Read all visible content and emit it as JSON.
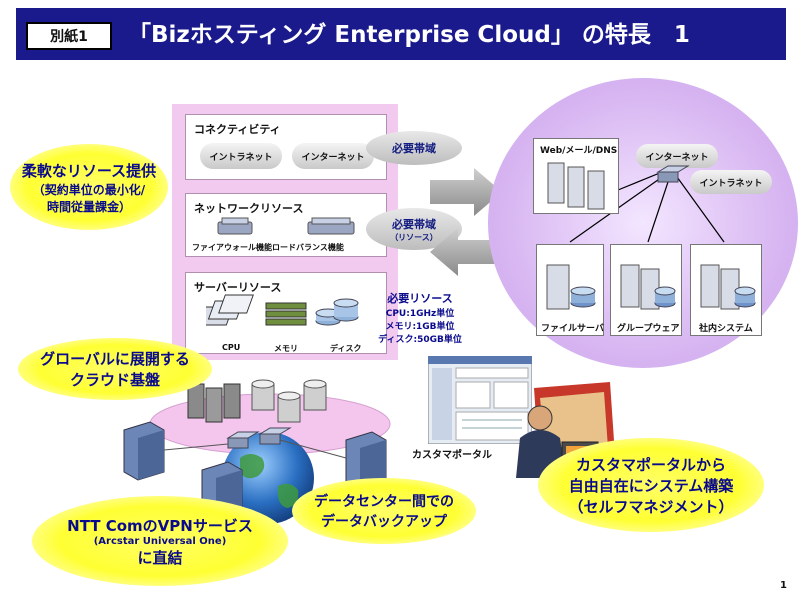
{
  "header": {
    "badge": "別紙1",
    "title": "「Bizホスティング Enterprise Cloud」 の特長　1"
  },
  "resources": {
    "connectivity": {
      "title": "コネクティビティ",
      "intranet": "イントラネット",
      "internet": "インターネット"
    },
    "network": {
      "title": "ネットワークリソース",
      "label": "ファイアウォール機能ロードバランス機能"
    },
    "server": {
      "title": "サーバーリソース",
      "cpu": "CPU",
      "memory": "メモリ",
      "disk": "ディスク"
    }
  },
  "bandwidth": {
    "label1": "必要帯域",
    "label2": "必要帯域",
    "label2_sub": "（リソース）"
  },
  "requirements": {
    "title": "必要リソース",
    "cpu": "CPU:1GHz単位",
    "memory": "メモリ:1GB単位",
    "disk": "ディスク:50GB単位"
  },
  "datacenter": {
    "web_box": "Web/メール/DNS",
    "internet": "インターネット",
    "intranet": "イントラネット",
    "file_server": "ファイルサーバ",
    "groupware": "グループウェア",
    "internal_system": "社内システム"
  },
  "bubbles": {
    "flexible": {
      "line1": "柔軟なリソース提供",
      "line2": "（契約単位の最小化/",
      "line3": "時間従量課金）"
    },
    "global": {
      "line1": "グローバルに展開する",
      "line2": "クラウド基盤"
    },
    "vpn": {
      "line1": "NTT ComのVPNサービス",
      "line2": "(Arcstar Universal One)",
      "line3": "に直結"
    },
    "backup": {
      "line1": "データセンター間での",
      "line2": "データバックアップ"
    },
    "portal": {
      "line1": "カスタマポータルから",
      "line2": "自由自在にシステム構築",
      "line3": "（セルフマネジメント）"
    }
  },
  "portal_label": "カスタマポータル",
  "page_number": "1"
}
